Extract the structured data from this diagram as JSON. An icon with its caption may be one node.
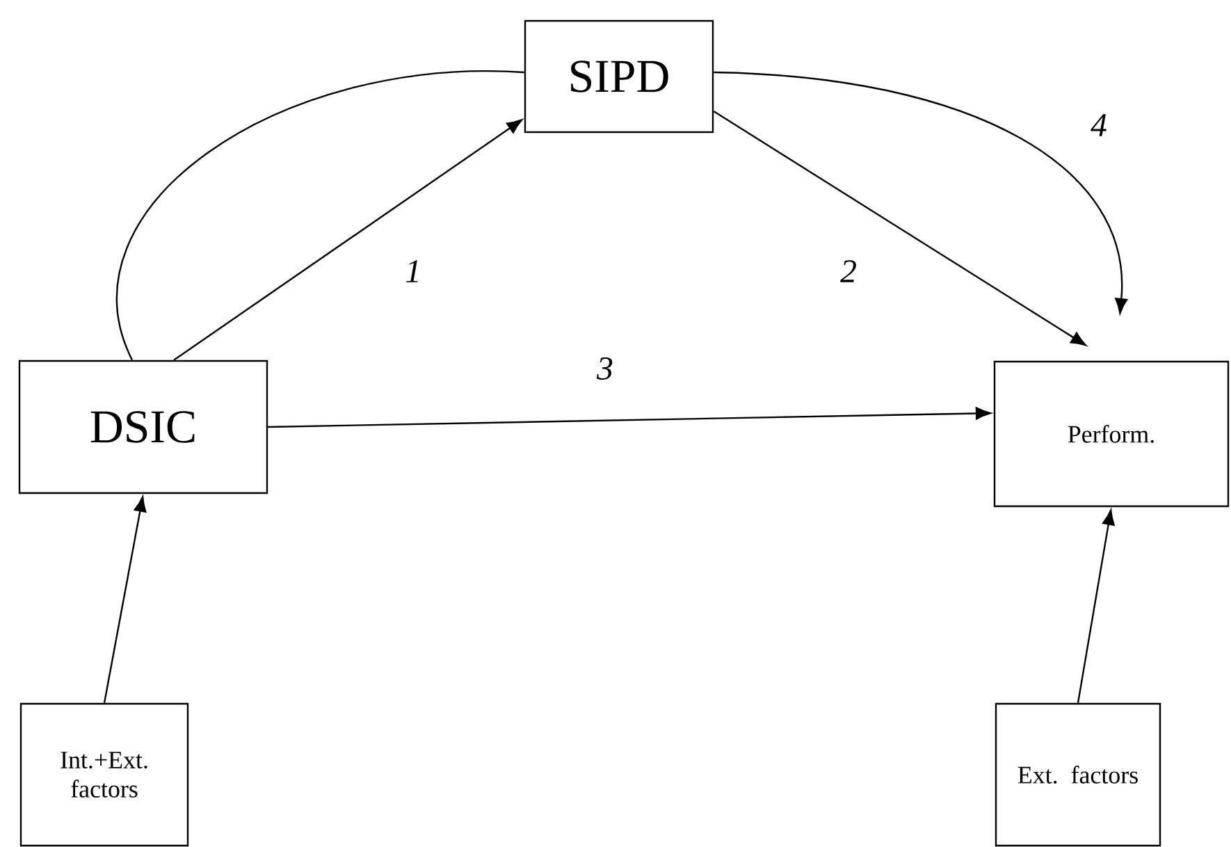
{
  "diagram": {
    "nodes": [
      {
        "text": [
          "SIPD"
        ]
      },
      {
        "text": [
          "DSIC"
        ]
      },
      {
        "text": [
          "Perform."
        ]
      },
      {
        "text": [
          "Int.+Ext. factors"
        ]
      },
      {
        "text": [
          "Ext. factors"
        ]
      }
    ],
    "edges": [
      {
        "from": 1,
        "to": 0,
        "arrow": "to",
        "label": "1"
      },
      {
        "from": 0,
        "to": 2,
        "arrow": "to",
        "label": "2"
      },
      {
        "from": 1,
        "to": 2,
        "arrow": "to",
        "label": "3"
      },
      {
        "from": 1,
        "to": 0,
        "arrow": "none"
      },
      {
        "from": 0,
        "to": 2,
        "arrow": "to",
        "label": "4"
      },
      {
        "from": 3,
        "to": 1,
        "arrow": "to"
      },
      {
        "from": 4,
        "to": 2,
        "arrow": "to"
      }
    ]
  }
}
